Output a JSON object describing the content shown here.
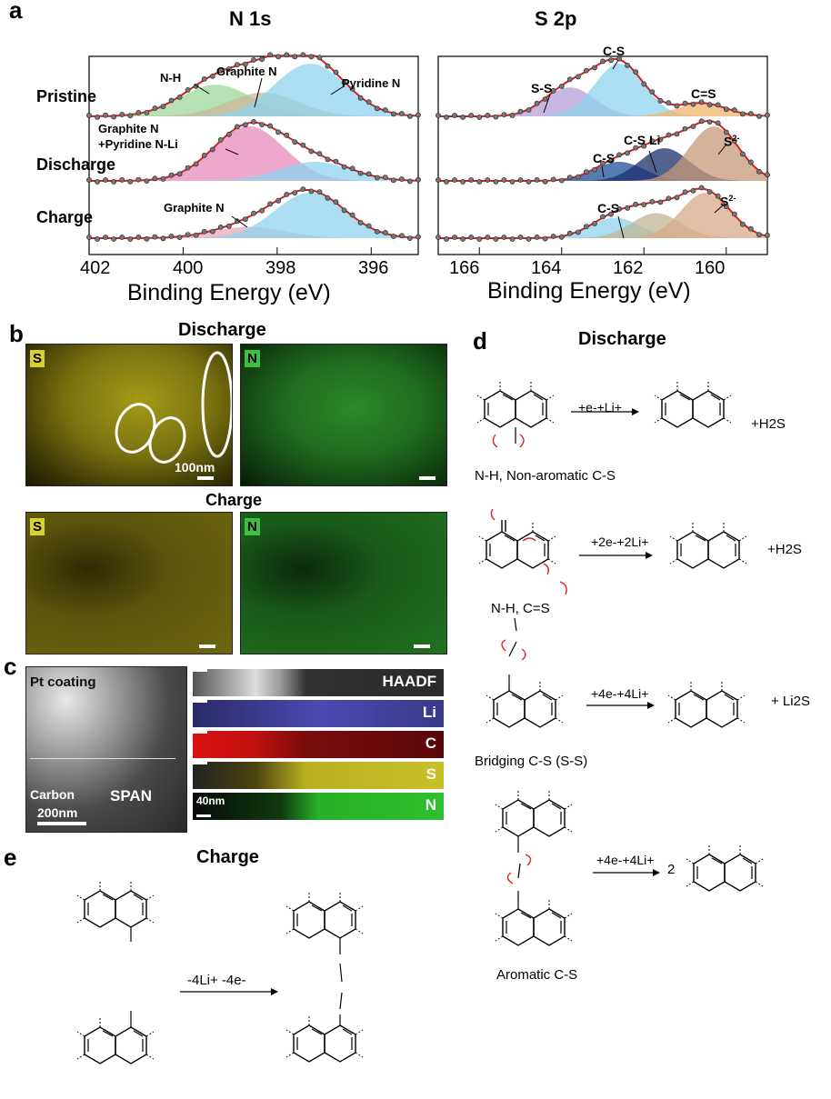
{
  "panel_labels": {
    "a": "a",
    "b": "b",
    "c": "c",
    "d": "d",
    "e": "e"
  },
  "chart_data": [
    {
      "type": "line",
      "title": "N 1s",
      "xlabel": "Binding Energy (eV)",
      "xlim": [
        402,
        395
      ],
      "x_ticks": [
        "402",
        "400",
        "398",
        "396"
      ],
      "rows": [
        "Pristine",
        "Discharge",
        "Charge"
      ],
      "series": [
        {
          "name": "Pristine",
          "peaks": [
            {
              "label": "N-H",
              "center": 399.3,
              "height": 0.6,
              "color": "#9fd79a"
            },
            {
              "label": "Graphite N",
              "center": 398.3,
              "height": 0.45,
              "color": "#c9b79c"
            },
            {
              "label": "Pyridine N",
              "center": 397.3,
              "height": 1.0,
              "color": "#8fd3ee"
            }
          ]
        },
        {
          "name": "Discharge",
          "peaks": [
            {
              "label": "Graphite N +Pyridine N-Li",
              "center": 398.6,
              "height": 1.0,
              "color": "#e88bbd"
            },
            {
              "label": "",
              "center": 397.2,
              "height": 0.35,
              "color": "#8fd3ee"
            }
          ]
        },
        {
          "name": "Charge",
          "peaks": [
            {
              "label": "Graphite N",
              "center": 398.6,
              "height": 0.25,
              "color": "#e8aab8"
            },
            {
              "label": "",
              "center": 397.3,
              "height": 1.0,
              "color": "#8fd3ee"
            }
          ]
        }
      ]
    },
    {
      "type": "line",
      "title": "S 2p",
      "xlabel": "Binding Energy (eV)",
      "xlim": [
        167,
        159
      ],
      "x_ticks": [
        "166",
        "164",
        "162",
        "160"
      ],
      "series": [
        {
          "name": "Pristine",
          "peaks": [
            {
              "label": "S-S",
              "center": 163.8,
              "height": 0.55,
              "color": "#b3a0d8"
            },
            {
              "label": "C-S",
              "center": 162.6,
              "height": 1.0,
              "color": "#8fd3ee"
            },
            {
              "label": "C=S",
              "center": 160.6,
              "height": 0.25,
              "color": "#f2b36a"
            }
          ]
        },
        {
          "name": "Discharge",
          "peaks": [
            {
              "label": "C-S",
              "center": 162.6,
              "height": 0.35,
              "color": "#1f4e9a"
            },
            {
              "label": "C-S Li",
              "center": 161.5,
              "height": 0.6,
              "color": "#1a2f6b"
            },
            {
              "label": "S2-",
              "center": 160.3,
              "height": 1.0,
              "color": "#c79a7a"
            }
          ]
        },
        {
          "name": "Charge",
          "peaks": [
            {
              "label": "C-S",
              "center": 162.7,
              "height": 0.45,
              "color": "#8fd3ee"
            },
            {
              "label": "",
              "center": 161.7,
              "height": 0.55,
              "color": "#bdb594"
            },
            {
              "label": "S2-",
              "center": 160.5,
              "height": 1.0,
              "color": "#d8a98a"
            }
          ]
        }
      ]
    }
  ],
  "xps_labels": {
    "n_title": "N 1s",
    "s_title": "S 2p",
    "row_pristine": "Pristine",
    "row_discharge": "Discharge",
    "row_charge": "Charge",
    "n_nh": "N-H",
    "n_graphite": "Graphite N",
    "n_pyridine": "Pyridine N",
    "n_dis_1": "Graphite N",
    "n_dis_2": "+Pyridine N-Li",
    "n_charge_graphite": "Graphite N",
    "s_ss": "S-S",
    "s_cs": "C-S",
    "s_ceqs": "C=S",
    "s_dis_cs": "C-S",
    "s_dis_csli": "C-S Li",
    "s_dis_s2": "S",
    "s_dis_s2sup": "2-",
    "s_ch_cs": "C-S",
    "s_ch_s2": "S",
    "s_ch_s2sup": "2-",
    "xlabel_n": "Binding Energy (eV)",
    "xlabel_s": "Binding Energy (eV)",
    "n_ticks": [
      "402",
      "400",
      "398",
      "396"
    ],
    "s_ticks": [
      "166",
      "164",
      "162",
      "160"
    ]
  },
  "panel_b": {
    "title_discharge": "Discharge",
    "title_charge": "Charge",
    "tag_s": "S",
    "tag_n": "N",
    "scale_label": "100nm",
    "colors": {
      "sulfur": "#c9c22a",
      "nitrogen": "#2fa52f"
    }
  },
  "panel_c": {
    "pt_coating": "Pt coating",
    "carbon": "Carbon",
    "span": "SPAN",
    "scale_main": "200nm",
    "stripes": [
      "HAADF",
      "Li",
      "C",
      "S",
      "N"
    ],
    "scale_stripes": "40nm"
  },
  "panel_d": {
    "title": "Discharge",
    "r1_arrow": "+e-+Li+",
    "r1_product": "+H2S",
    "r1_caption": "N-H, Non-aromatic C-S",
    "r2_arrow": "+2e-+2Li+",
    "r2_product": "+H2S",
    "r2_caption": "N-H, C=S",
    "r3_arrow": "+4e-+4Li+",
    "r3_product": "+ Li2S",
    "r3_caption": "Bridging C-S (S-S)",
    "r4_arrow": "+4e-+4Li+",
    "r4_coef": "2",
    "r4_caption": "Aromatic C-S"
  },
  "panel_e": {
    "title": "Charge",
    "arrow": "-4Li+ -4e-"
  }
}
